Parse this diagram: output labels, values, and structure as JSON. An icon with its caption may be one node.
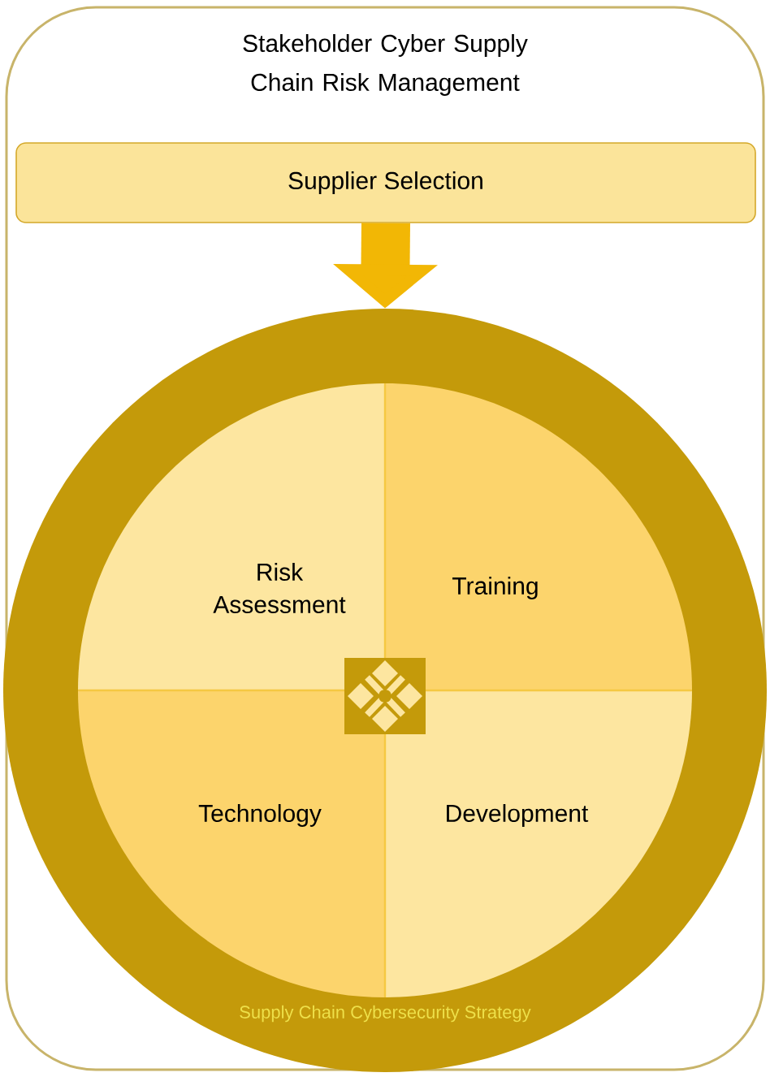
{
  "diagram": {
    "nodes": [
      {
        "text": [
          "Stakeholder Cyber Supply Chain Risk Management"
        ]
      },
      {
        "text": [
          "Supplier Selection"
        ],
        "in": 0
      },
      {
        "text": [
          "Supply Chain Cybersecurity Strategy"
        ],
        "in": 0
      },
      {
        "text": [
          "Risk Assessment"
        ],
        "in": 2
      },
      {
        "text": [
          "Training"
        ],
        "in": 2
      },
      {
        "text": [
          "Technology"
        ],
        "in": 2
      },
      {
        "text": [
          "Development"
        ],
        "in": 2
      }
    ],
    "edges": [
      {
        "from": 1,
        "to": 2,
        "arrow": "to"
      }
    ]
  }
}
